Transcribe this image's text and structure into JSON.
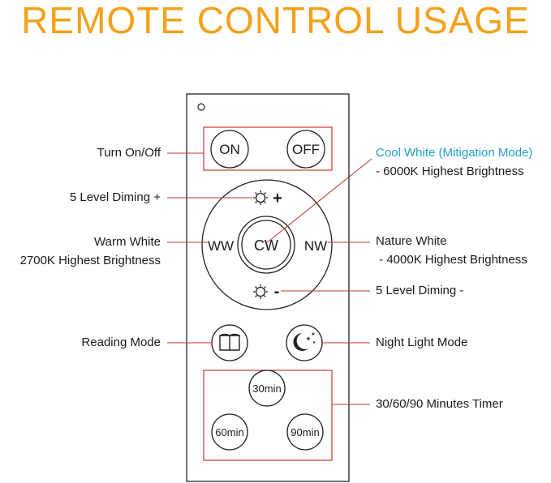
{
  "title": "REMOTE CONTROL USAGE",
  "buttons": {
    "on": "ON",
    "off": "OFF",
    "ww": "WW",
    "cw": "CW",
    "nw": "NW",
    "t30": "30min",
    "t60": "60min",
    "t90": "90min",
    "plus": "+",
    "minus": "-"
  },
  "labels": {
    "turn_on_off": "Turn On/Off",
    "dim_plus": "5 Level Diming +",
    "warm_white_1": "Warm White",
    "warm_white_2": "2700K Highest Brightness",
    "reading": "Reading Mode",
    "cool_white_1": "Cool White (Mitigation Mode)",
    "cool_white_2": "- 6000K Highest Brightness",
    "nature_white_1": "Nature White",
    "nature_white_2": " - 4000K Highest Brightness",
    "dim_minus": "5 Level Diming -",
    "night_light": "Night Light Mode",
    "timer": "30/60/90 Minutes Timer"
  },
  "colors": {
    "title": "#f5a01a",
    "callout_line": "#c0392b",
    "cool_white_text": "#1fa0c8"
  },
  "icons": [
    "sun-icon",
    "book-icon",
    "moon-stars-icon"
  ]
}
